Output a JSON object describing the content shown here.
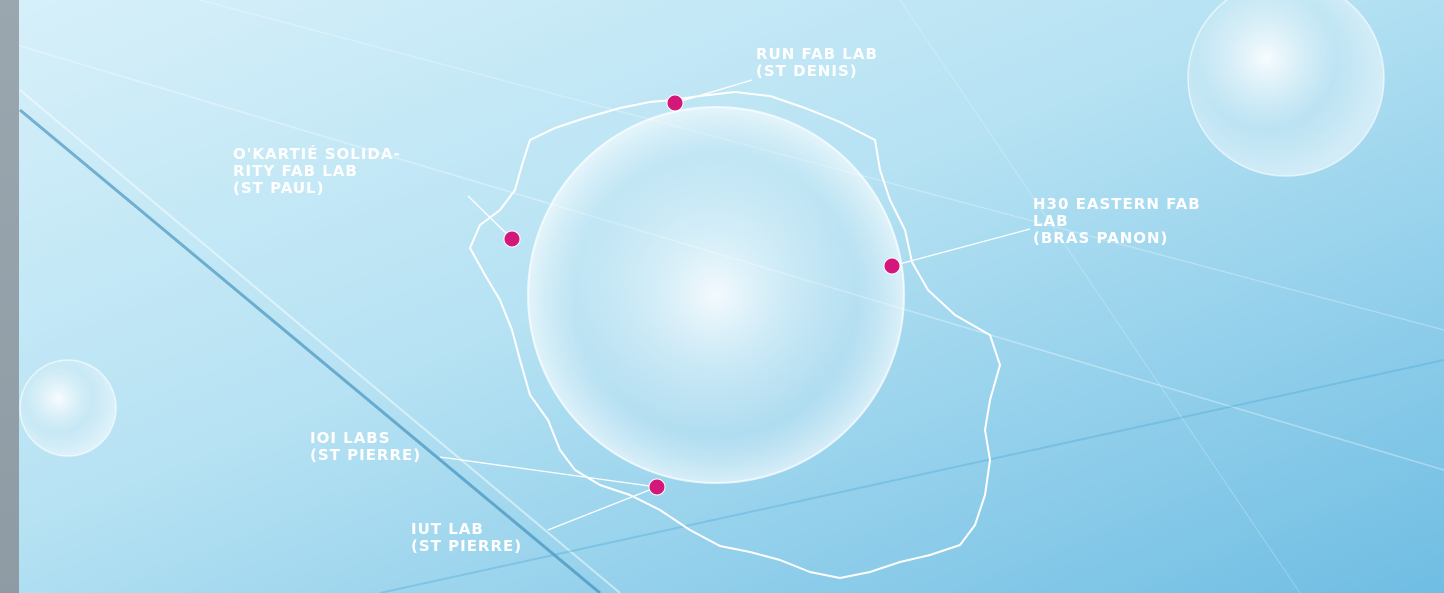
{
  "map": {
    "labels": {
      "run_fab_lab": "Run Fab Lab\n(St Denis)",
      "okartie": "O'Kartié Solida-\nrity Fab Lab\n(St Paul)",
      "h30": "H30 Eastern Fab\nLab\n(Bras Panon)",
      "ioi": "IOI Labs\n(St Pierre)",
      "iut": "IUT Lab\n(St Pierre)"
    }
  },
  "colors": {
    "marker": "#d4177a",
    "outline": "#ffffff",
    "background": "#bfe6f5"
  }
}
